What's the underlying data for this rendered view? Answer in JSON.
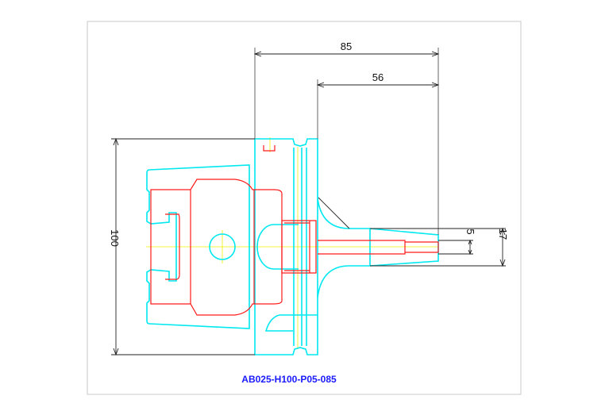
{
  "drawing": {
    "part_number": "AB025-H100-P05-085",
    "dimensions": {
      "overall_length": "85",
      "shank_length": "56",
      "flange_height": "100",
      "bore_diameter": "5",
      "collet_diameter": "17"
    },
    "colors": {
      "outline": "#00e8f0",
      "hidden_section": "#ff1a1a",
      "centerline": "#f0f000",
      "dimension": "#222222",
      "title": "#1a1aff"
    }
  }
}
